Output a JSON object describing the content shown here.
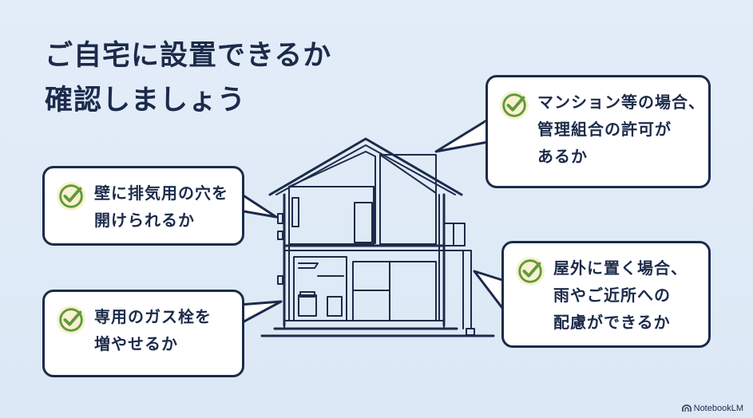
{
  "title": {
    "line1": "ご自宅に設置できるか",
    "line2": "確認しましょう"
  },
  "callouts": [
    {
      "id": "wall-hole",
      "lines": [
        "壁に排気用の穴を",
        "開けられるか"
      ]
    },
    {
      "id": "management-permission",
      "lines": [
        "マンション等の場合、",
        "管理組合の許可が",
        "あるか"
      ]
    },
    {
      "id": "outdoor-placement",
      "lines": [
        "屋外に置く場合、",
        "雨やご近所への",
        "配慮ができるか"
      ]
    },
    {
      "id": "gas-valve",
      "lines": [
        "専用のガス栓を",
        "増やせるか"
      ]
    }
  ],
  "brand": {
    "name": "NotebookLM"
  },
  "colors": {
    "background": "#dfeaf7",
    "ink": "#1c2b4a",
    "check": "#5f9a3a",
    "check_glow": "#f3e7b4"
  },
  "icons": {
    "check": "check-circle-icon",
    "house": "house-cutaway-illustration"
  }
}
